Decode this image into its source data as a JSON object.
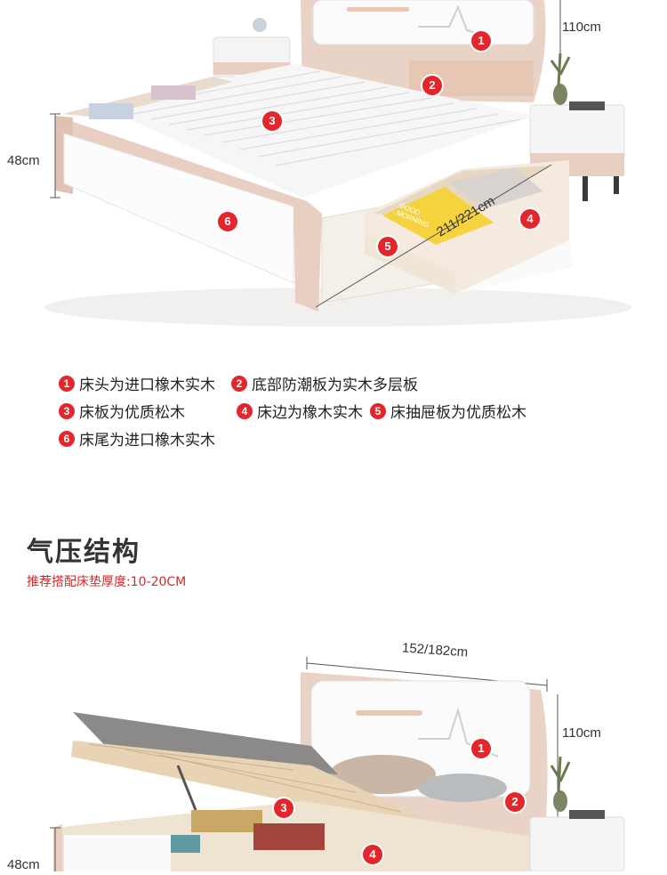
{
  "top_figure": {
    "dims": {
      "height": "110cm",
      "side_height": "48cm",
      "length": "211/221cm"
    },
    "drawer_print": "GOOD MORNING",
    "badges": [
      "1",
      "2",
      "3",
      "4",
      "5",
      "6"
    ]
  },
  "legend": [
    {
      "num": "1",
      "text": "床头为进口橡木实木"
    },
    {
      "num": "2",
      "text": "底部防潮板为实木多层板"
    },
    {
      "num": "3",
      "text": "床板为优质松木"
    },
    {
      "num": "4",
      "text": "床边为橡木实木"
    },
    {
      "num": "5",
      "text": "床抽屉板为优质松木"
    },
    {
      "num": "6",
      "text": "床尾为进口橡木实木"
    }
  ],
  "section": {
    "title": "气压结构",
    "subtitle": "推荐搭配床垫厚度:10-20CM"
  },
  "bottom_figure": {
    "dims": {
      "width": "152/182cm",
      "height": "110cm",
      "side_height": "48cm"
    },
    "badges": [
      "1",
      "2",
      "3",
      "4"
    ]
  }
}
